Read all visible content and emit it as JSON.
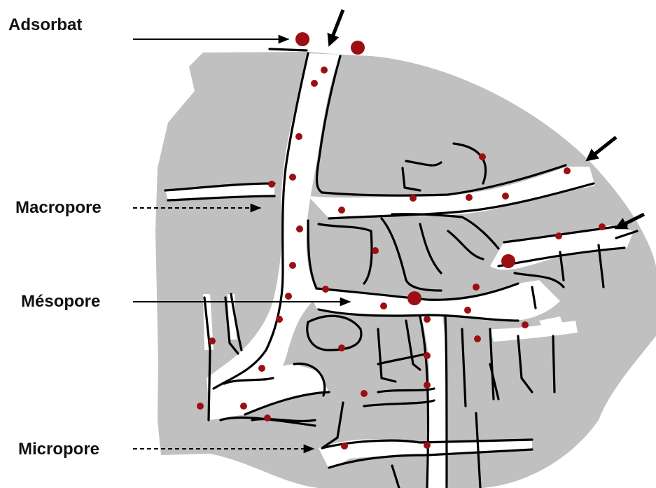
{
  "labels": {
    "adsorbat": "Adsorbat",
    "macropore": "Macropore",
    "mesopore": "Mésopore",
    "micropore": "Micropore"
  },
  "colors": {
    "solid": "#c0c0c0",
    "pore": "#ffffff",
    "edge": "#000000",
    "adsorbate": "#9b0f14",
    "text": "#111111"
  },
  "icons": {
    "adsorbate_molecule": "dark-red-dot",
    "entry_flow": "black-diagonal-arrow"
  }
}
